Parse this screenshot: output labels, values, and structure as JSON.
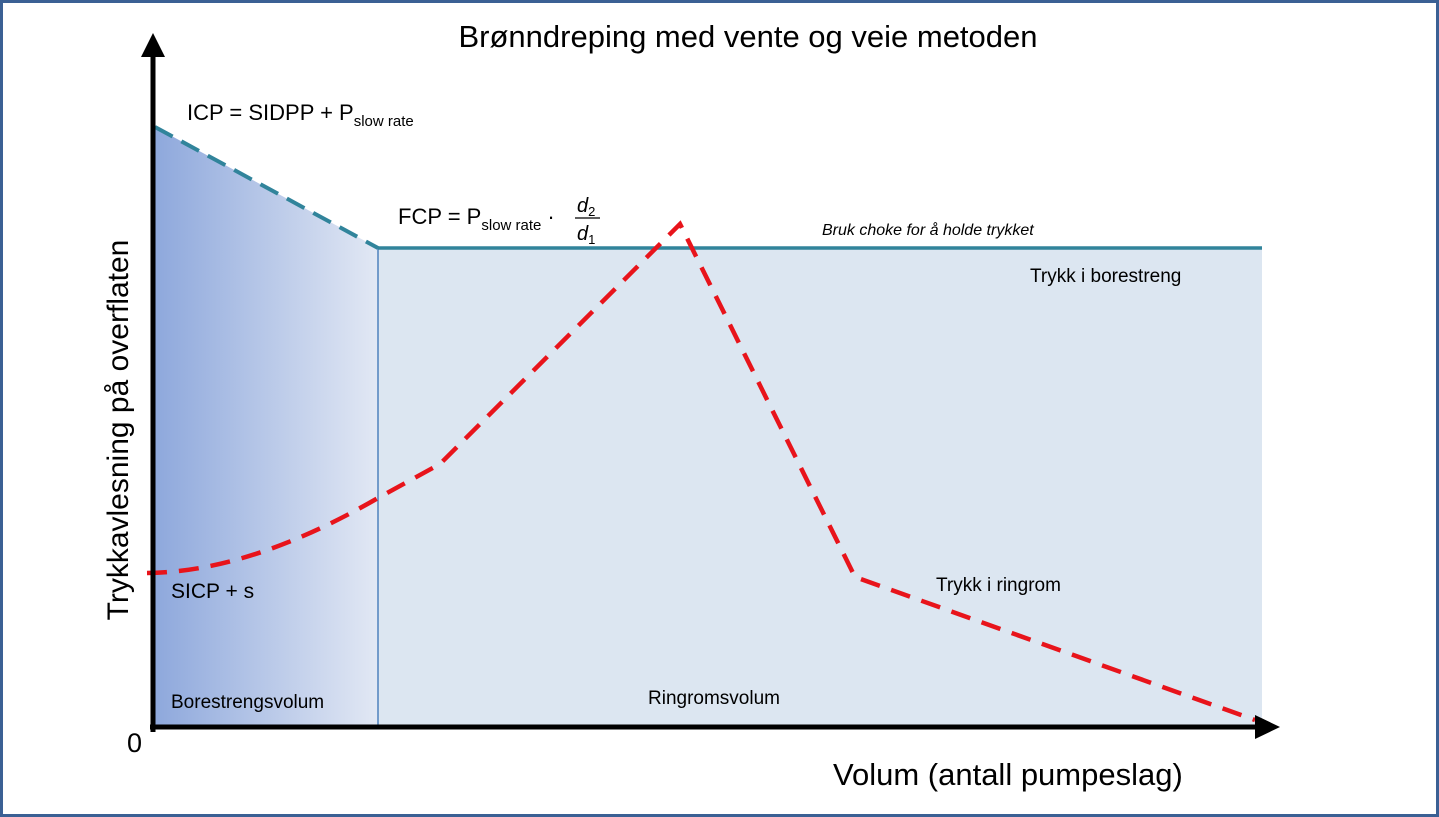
{
  "title": "Brønndreping med vente og veie metoden",
  "y_axis_label": "Trykkavlesning på overflaten",
  "x_axis_label": "Volum (antall pumpeslag)",
  "origin_label": "0",
  "icp": {
    "main": "ICP = SIDPP + P",
    "sub": "slow rate"
  },
  "fcp": {
    "main": "FCP = P",
    "sub": "slow rate",
    "dot": "·",
    "numerator": "d",
    "numerator_sub": "2",
    "denominator": "d",
    "denominator_sub": "1"
  },
  "choke_note": "Bruk choke for å holde trykket",
  "drillstring_pressure_label": "Trykk i borestreng",
  "annulus_pressure_label": "Trykk i ringrom",
  "sicp_label": "SICP + s",
  "drillstring_volume_label": "Borestrengsvolum",
  "annulus_volume_label": "Ringromsvolum",
  "colors": {
    "frame": "#3b6094",
    "drillstring_line": "#31849b",
    "annulus_line": "#e8141b",
    "region_fill": "#dce6f1",
    "gradient_dark": "#8ea8dc"
  }
}
